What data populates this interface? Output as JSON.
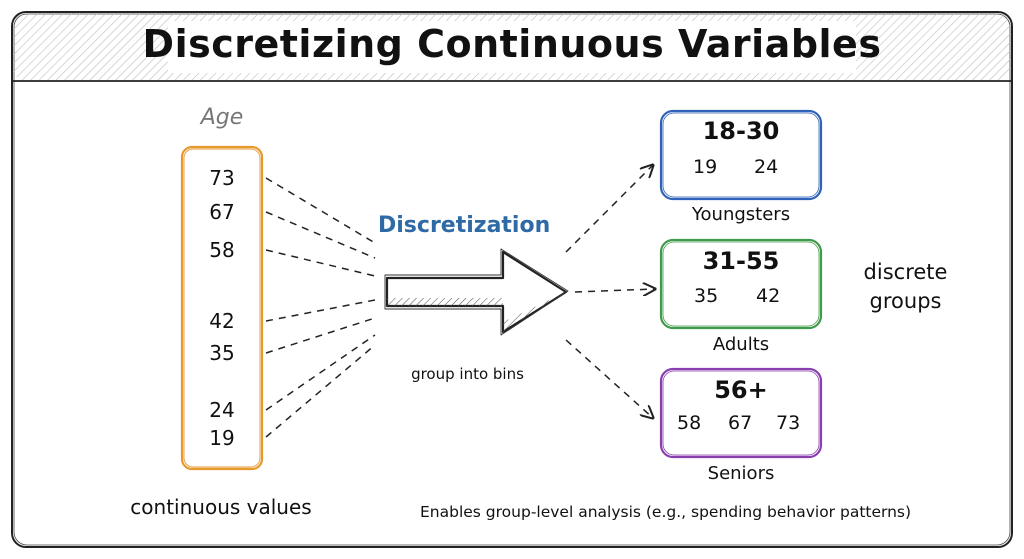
{
  "title": "Discretizing Continuous Variables",
  "age_column": {
    "label": "Age",
    "values": [
      "73",
      "67",
      "58",
      "42",
      "35",
      "24",
      "19"
    ],
    "color": "#e69a2e"
  },
  "process": {
    "label": "Discretization",
    "sublabel": "group into bins",
    "label_color": "#2e6aa6"
  },
  "bins": [
    {
      "range": "18-30",
      "values": [
        "19",
        "24"
      ],
      "name": "Youngsters",
      "color": "#2f62b8"
    },
    {
      "range": "31-55",
      "values": [
        "35",
        "42"
      ],
      "name": "Adults",
      "color": "#3f9a4a"
    },
    {
      "range": "56+",
      "values": [
        "58",
        "67",
        "73"
      ],
      "name": "Seniors",
      "color": "#8a3fae"
    }
  ],
  "side_label": [
    "discrete",
    "groups"
  ],
  "bottom_left_label": "continuous values",
  "bottom_right_label": "Enables group-level analysis (e.g., spending behavior patterns)"
}
